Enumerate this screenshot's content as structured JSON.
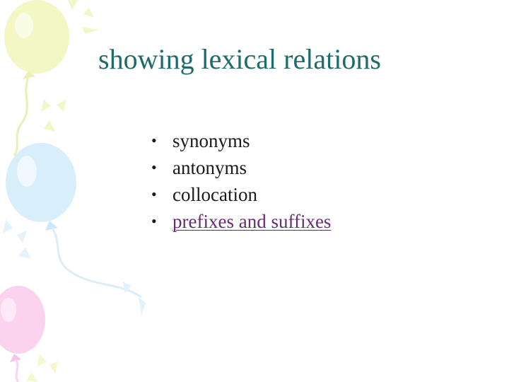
{
  "slide": {
    "title": "showing lexical relations",
    "bullets": [
      {
        "text": "synonyms",
        "link": false
      },
      {
        "text": "antonyms",
        "link": false
      },
      {
        "text": "collocation",
        "link": false
      },
      {
        "text": "prefixes and suffixes",
        "link": true
      }
    ]
  },
  "colors": {
    "title": "#1e6b6b",
    "text": "#1a1a1a",
    "link": "#6b2a78",
    "balloon_yellow": "#f2f7c4",
    "balloon_blue": "#d9eefb",
    "balloon_pink": "#fbd3ef"
  }
}
